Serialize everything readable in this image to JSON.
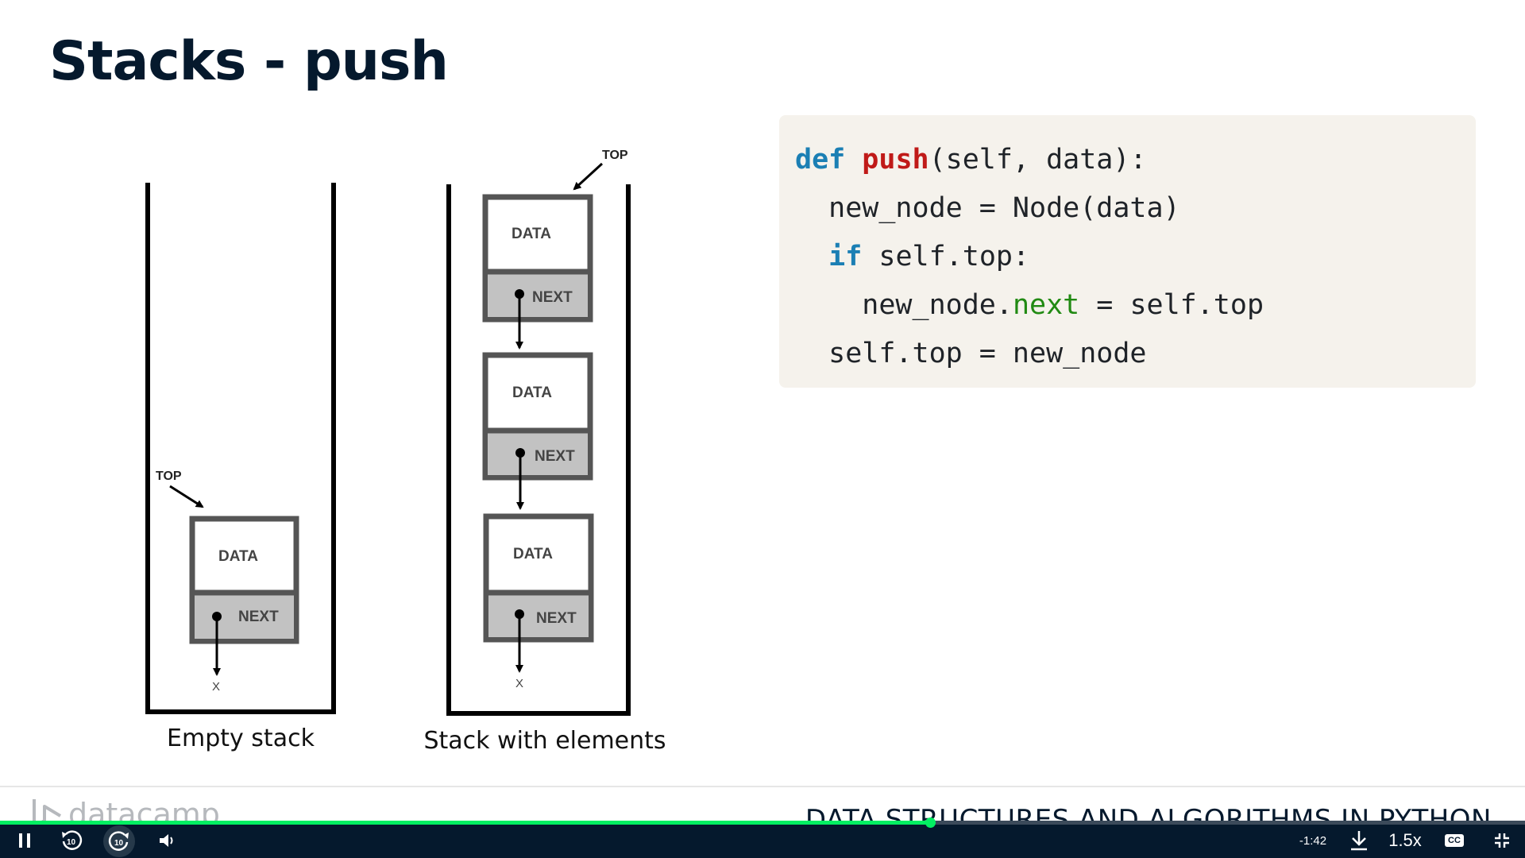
{
  "slide": {
    "title": "Stacks - push",
    "captions": {
      "empty": "Empty stack",
      "elements": "Stack with elements"
    },
    "node_labels": {
      "data": "DATA",
      "next": "NEXT"
    },
    "top_label": "TOP",
    "null_label": "X"
  },
  "code": {
    "lines": [
      [
        {
          "t": "def",
          "c": "kw"
        },
        {
          "t": " "
        },
        {
          "t": "push",
          "c": "fn"
        },
        {
          "t": "(self, data):"
        }
      ],
      [
        {
          "t": "  new_node = Node(data)"
        }
      ],
      [
        {
          "t": "  "
        },
        {
          "t": "if",
          "c": "kw"
        },
        {
          "t": " self.top:"
        }
      ],
      [
        {
          "t": "    new_node."
        },
        {
          "t": "next",
          "c": "attr"
        },
        {
          "t": " = self.top"
        }
      ],
      [
        {
          "t": "  self.top = new_node"
        }
      ]
    ]
  },
  "footer": {
    "brand": "datacamp",
    "course": "DATA STRUCTURES AND ALGORITHMS IN PYTHON"
  },
  "player": {
    "time_remaining": "-1:42",
    "speed": "1.5x",
    "cc_label": "CC",
    "progress_fraction": 0.61,
    "accent_color": "#03ef62",
    "icons": [
      "pause-icon",
      "rewind-10-icon",
      "forward-10-icon",
      "volume-icon",
      "download-icon",
      "captions-icon",
      "fullscreen-exit-icon"
    ]
  }
}
